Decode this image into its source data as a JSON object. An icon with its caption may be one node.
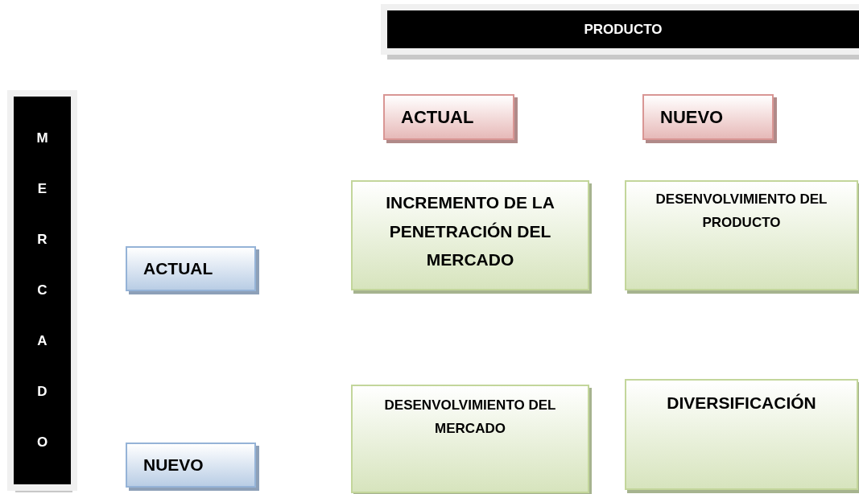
{
  "diagram": {
    "nodes": [
      {
        "text": [
          "PRODUCTO"
        ]
      },
      {
        "text": [
          "MERCADO"
        ]
      },
      {
        "text": [
          "ACTUAL"
        ]
      },
      {
        "text": [
          "NUEVO"
        ]
      },
      {
        "text": [
          "INCREMENTO DE LA PENETRACIÓN DEL MERCADO"
        ]
      },
      {
        "text": [
          "DESENVOLVIMIENTO DEL PRODUCTO"
        ]
      },
      {
        "text": [
          "ACTUAL"
        ]
      },
      {
        "text": [
          "DESENVOLVIMIENTO DEL MERCADO"
        ]
      },
      {
        "text": [
          "DIVERSIFICACIÓN"
        ]
      },
      {
        "text": [
          "NUEVO"
        ]
      }
    ]
  }
}
